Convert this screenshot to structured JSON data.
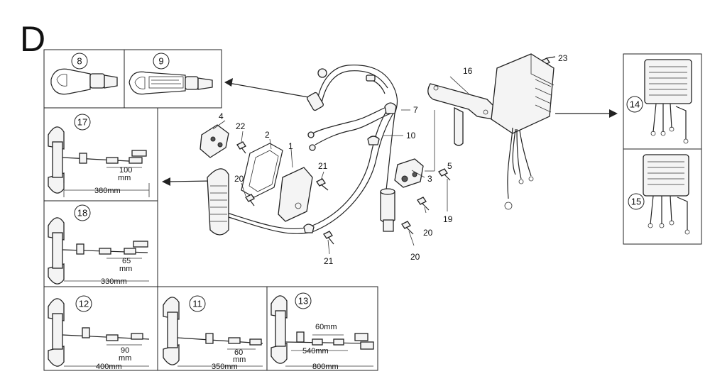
{
  "section_letter": "D",
  "callouts": [
    "1",
    "2",
    "3",
    "4",
    "5",
    "7",
    "10",
    "16",
    "19",
    "20",
    "20",
    "20",
    "21",
    "21",
    "22",
    "23"
  ],
  "insets": {
    "i8": "8",
    "i9": "9",
    "i14": "14",
    "i15": "15",
    "i17": "17",
    "i18": "18",
    "i12": "12",
    "i11": "11",
    "i13": "13"
  },
  "dims": {
    "d17a": "100",
    "d17b": "mm",
    "d17c": "380mm",
    "d18a": "65",
    "d18b": "mm",
    "d18c": "330mm",
    "d12a": "90",
    "d12b": "mm",
    "d12c": "400mm",
    "d11a": "60",
    "d11b": "mm",
    "d11c": "350mm",
    "d13a": "60mm",
    "d13b": "540mm",
    "d13c": "800mm"
  }
}
